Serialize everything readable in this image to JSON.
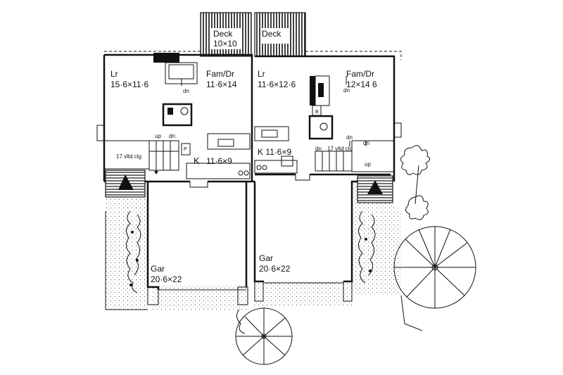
{
  "labels": {
    "deck_left": "Deck",
    "deck_left_dim": "10×10",
    "deck_right": "Deck",
    "lr_left": "Lr",
    "lr_left_dim": "15·6×11·6",
    "famdr_left": "Fam/Dr",
    "famdr_left_dim": "11·6×14",
    "lr_right": "Lr",
    "lr_right_dim": "11·6×12·6",
    "famdr_right": "Fam/Dr",
    "famdr_right_dim": "12×14 6",
    "k_left": "K",
    "k_left_dim": "11·6×9",
    "k_right": "K 11·6×9",
    "vltd_left": "17 vltd clg",
    "vltd_right": "17 vltd clg",
    "gar_left": "Gar",
    "gar_left_dim": "20·6×22",
    "gar_right": "Gar",
    "gar_right_dim": "20·6×22",
    "up": "up",
    "dn": "dn",
    "p": "P",
    "b": "B"
  },
  "colors": {
    "ink": "#111111",
    "paper": "#ffffff",
    "ground": "#e6e6e6"
  }
}
